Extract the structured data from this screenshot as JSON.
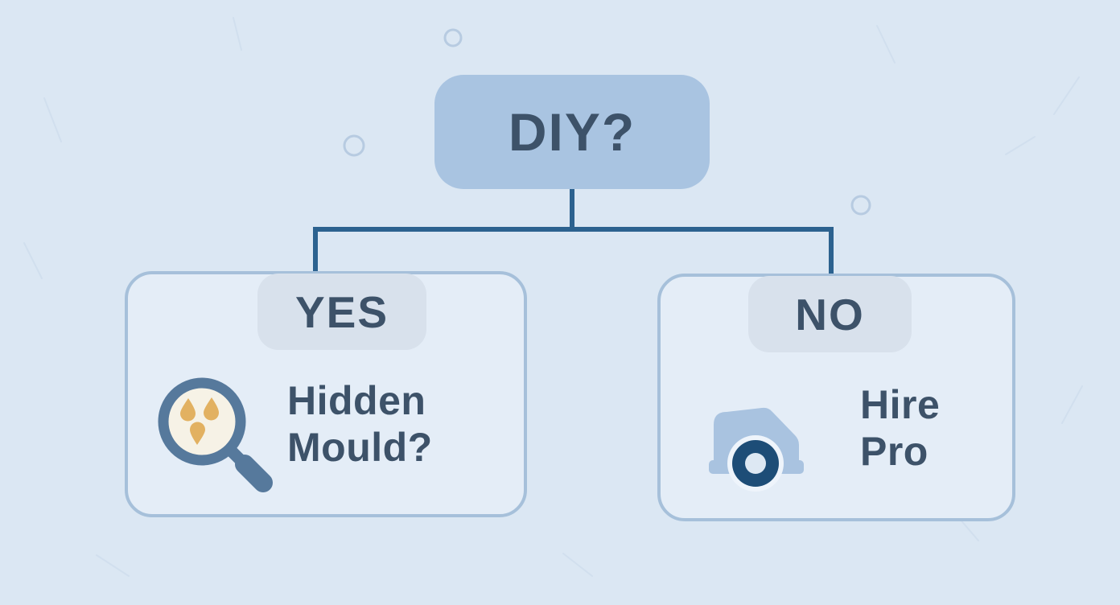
{
  "colors": {
    "bg": "#dbe7f3",
    "ink": "#3d5269",
    "connector": "#2c628f",
    "root-fill": "#a9c4e1",
    "branch-fill": "#e4edf7",
    "branch-border": "#a6c0da",
    "badge-fill": "#d8e1ec",
    "magnifier-blue": "#56799c",
    "lens-cream": "#f6f2e6",
    "mould-gold": "#e2b161",
    "van-blue": "#a9c3e0",
    "wheel-navy": "#1d4d77",
    "wheel-hub": "#dde8f3",
    "wheel-halo": "#eef4fb",
    "deco-stroke": "#b7cbe1"
  },
  "diagram": {
    "root": {
      "label": "DIY?"
    },
    "branches": [
      {
        "answer": "YES",
        "title": "Hidden Mould?",
        "title_line1": "Hidden",
        "title_line2": "Mould?",
        "icon": "magnifying-glass-mould-icon"
      },
      {
        "answer": "NO",
        "title": "Hire Pro",
        "title_line1": "Hire",
        "title_line2": "Pro",
        "icon": "van-icon"
      }
    ]
  }
}
